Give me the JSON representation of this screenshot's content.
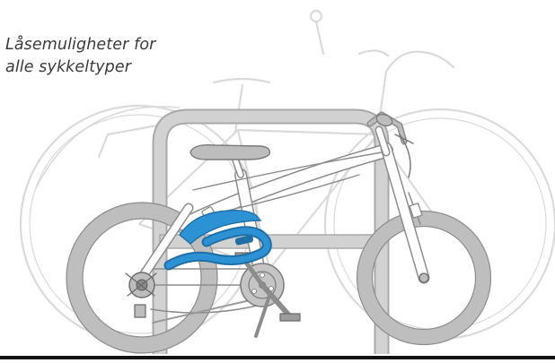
{
  "caption": {
    "line1": "Låsemuligheter for",
    "line2": "alle sykkeltyper"
  },
  "colors": {
    "lock": "#2a8fd0",
    "rack": "#cfcfcf",
    "tire": "#bdbdbd",
    "outline": "#8c8c8c",
    "ghost_bike": "#d9d9d9",
    "ground": "#111111",
    "caption_text": "#3a3a3a"
  },
  "icons": {
    "illustration": "bike-with-frame-lock-illustration"
  }
}
